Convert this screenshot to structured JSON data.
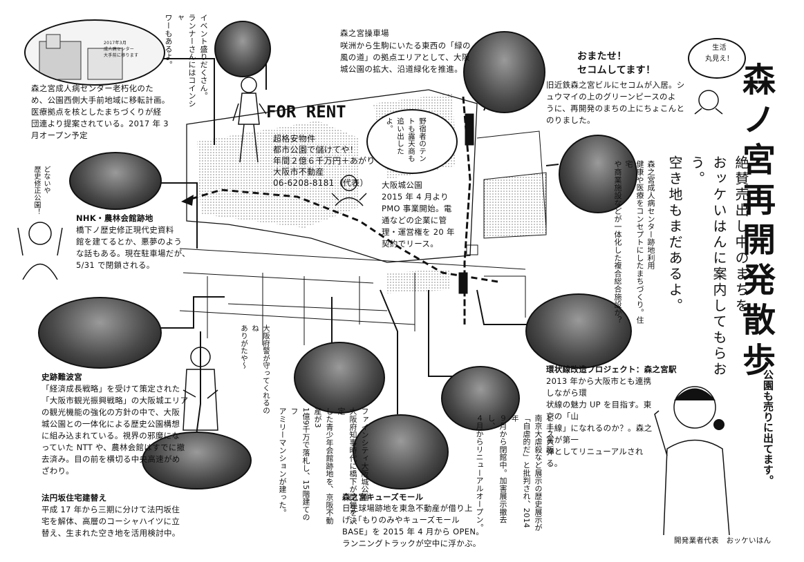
{
  "main_title": "森ノ宮再開発散歩",
  "subtitle": "絶賛売出し中のまちを\nおッケいはんに案内してもらおう。\n空き地もまだあるよ。",
  "sections": {
    "medical_center": {
      "body": "森之宮成人病センター老朽化のた\nめ、公園西側大手前地域に移転計画。\n医療拠点を核としたまちづくりが経\n団連より提案されている。2017 年 3\n月オープン予定",
      "photo_caption": "2017年3月\n成人病センター\n大手前に移ります"
    },
    "event_speech": "イベント盛りだくさん。\nランナーさんにはコインシャ\nワーもあるよ。",
    "train_yard": {
      "title": "森之宮操車場",
      "body": "咲洲から生駒にいたる東西の「緑の\n風の道」の拠点エリアとして、大阪\n城公園の拡大、沿道緑化を推進。"
    },
    "secom": {
      "title": "おまたせ！\nセコムしてます！",
      "body": "旧近鉄森之宮ビルにセコムが入居。シ\nュウマイの上のグリーンピースのよ\nうに、再開発のまちの上にちょこんと\nのりました。",
      "bubble": "生活\n丸見え！"
    },
    "for_rent": {
      "title": "FOR RENT",
      "line1": "超格安物件",
      "line2": "都市公園で儲けてや！",
      "line3": "年間２億６千万円＋あがり",
      "line4": "大阪市不動産",
      "phone": "06-6208-8181（代表）"
    },
    "homeless_speech": "野宿者のテン\nトも露天商も\n追い出したよ。",
    "osaka_castle_park": {
      "body": "大阪城公園\n2015 年 4 月より\nPMO 事業開始。電\n通などの企業に管\n理・運営権を 20 年\n契約でリース。"
    },
    "history_speech": "どないや\n歴史修正公園！",
    "nhk": {
      "title": "NHK・農林会館跡地",
      "body": "橋下ノ歴史修正現代史資料\n館を建てるとか、悪夢のよう\nな話もある。現在駐車場だが、\n5/31 で閉鎖される。"
    },
    "adult_center_site": {
      "body": "森之宮成人病センター跡地利用\n健康や医療をコンセプトにしたまちづくり。住宅\nや商業施設などが一体化した複合総合施設か？"
    },
    "thanks_speech": "大阪府警が守ってくれるのね\nありがたや～",
    "naniwa_palace": {
      "title": "史跡難波宮",
      "body": "「経済成長戦略」を受けて策定された\n「大阪市観光振興戦略」の大阪城エリア\nの観光機能の強化の方針の中で、大阪\n城公園との一体化による歴史公園構想\nに組み込まれている。視界の邪魔にな\nっていた NTT や、農林会館はすでに撤\n去済み。目の前を横切る中央高速がめ\nざわり。"
    },
    "hoenzaka": {
      "title": "法円坂住宅建替え",
      "body": "平成 17 年から三期に分けて法円坂住\n宅を解体、高層のコーシャハイツに立\n替え、生まれた空き地を活用検討中。"
    },
    "fine_city": {
      "body": "ファインシティ大阪城公園\n大阪府知事時代に橋下が閉鎖を決定\nした青少年会館跡地を、京阪不動産が3\n1億9千万で落札し、15階建てのフ\nアミリーマンションが建った。"
    },
    "qs_mall": {
      "title": "森之宮キューズモール",
      "body": "日生球場跡地を東急不動産が借り上\nげ、「もりのみやキューズモール\nBASE」を 2015 年 4 月から OPEN。\nランニングトラックが空中に浮かぶ。"
    },
    "peace_osaka": {
      "body": "ピース大阪\n南京大虐殺など展示の歴史展示が\n「自虐的だ」と批判され、2014 年\n９月から閉館中。加害展示撤去し、\n４月からリニューアルオープン。"
    },
    "loop_line": {
      "title": "環状線改造プロジェクト：森之宮駅",
      "body": "2013 年から大阪市とも連携しながら環\n状線の魅力 UP を目指す。東京の「山\n手線」になれるのか？。森之宮が第一\n弾としてリニューアルされる。"
    },
    "park_for_sale": "公園も売りに出てます。",
    "developer": "開発業者代表　おッケいはん"
  },
  "icons": [
    "building-photo",
    "person-illustration",
    "speech-bubble",
    "map-road",
    "railway-line"
  ],
  "colors": {
    "ink": "#111111",
    "paper": "#ffffff",
    "photo_dark": "#1a1a1a"
  }
}
